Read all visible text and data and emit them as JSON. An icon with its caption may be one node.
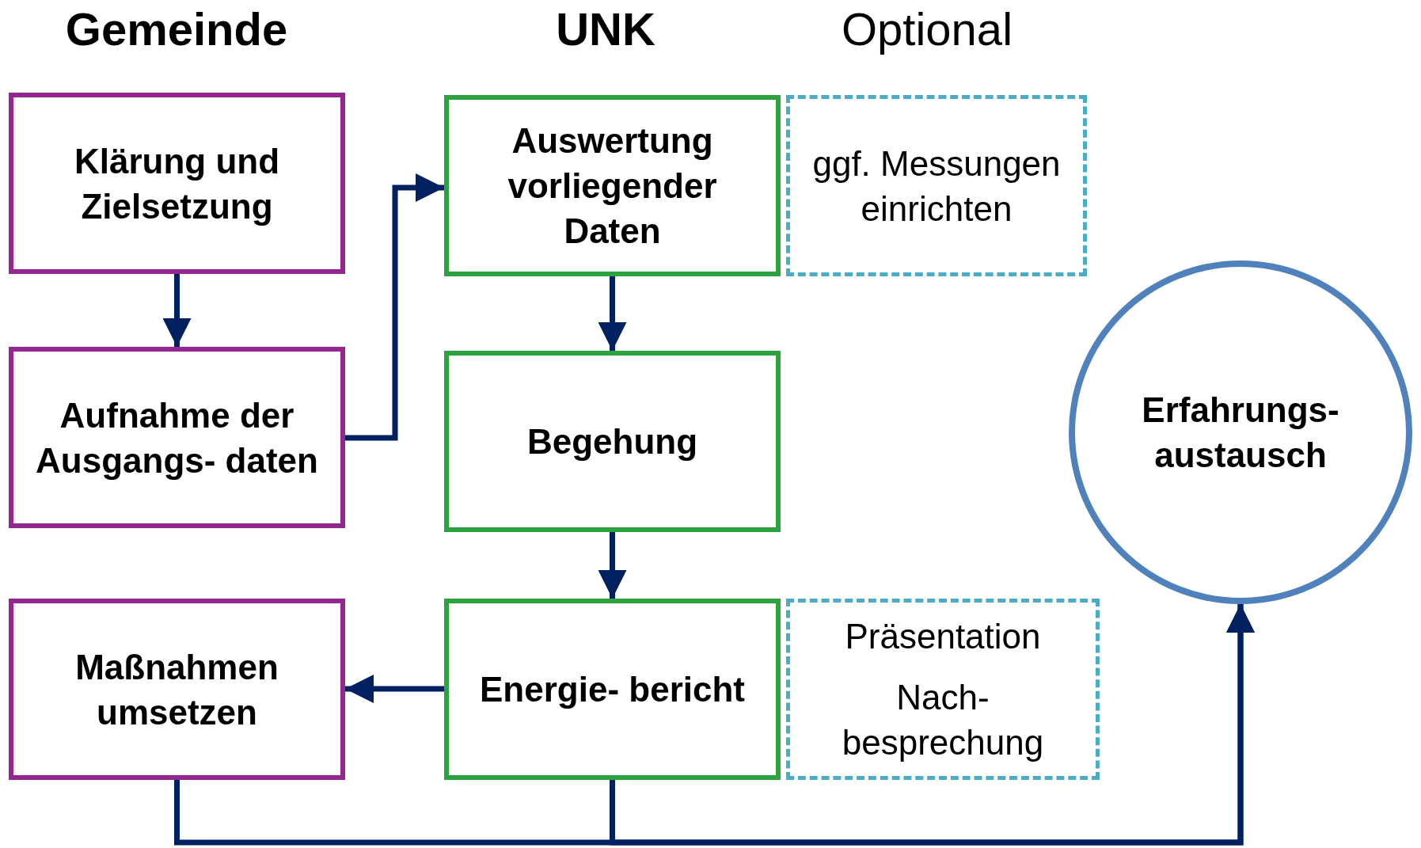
{
  "diagram": {
    "nodes": [
      {
        "text": [
          "Klärung und Zielsetzung"
        ]
      },
      {
        "text": [
          "Aufnahme der Ausgangs- daten"
        ]
      },
      {
        "text": [
          "Maßnahmen umsetzen"
        ]
      },
      {
        "text": [
          "Auswertung vorliegender Daten"
        ]
      },
      {
        "text": [
          "Begehung"
        ]
      },
      {
        "text": [
          "Energie- bericht"
        ]
      },
      {
        "text": [
          "ggf. Messungen einrichten"
        ]
      },
      {
        "text": [
          "Präsentation",
          "Nach- besprechung"
        ]
      },
      {
        "text": [
          "Erfahrungs- austausch"
        ]
      }
    ],
    "edges": [
      {
        "from": 0,
        "to": 1,
        "arrow": "to"
      },
      {
        "from": 1,
        "to": 3,
        "arrow": "to"
      },
      {
        "from": 3,
        "to": 4,
        "arrow": "to"
      },
      {
        "from": 4,
        "to": 5,
        "arrow": "to"
      },
      {
        "from": 5,
        "to": 2,
        "arrow": "to"
      },
      {
        "from": 2,
        "to": 8,
        "arrow": "to"
      },
      {
        "from": 5,
        "to": 8,
        "arrow": "to"
      }
    ],
    "labels": [
      "Gemeinde",
      "UNK",
      "Optional"
    ]
  }
}
